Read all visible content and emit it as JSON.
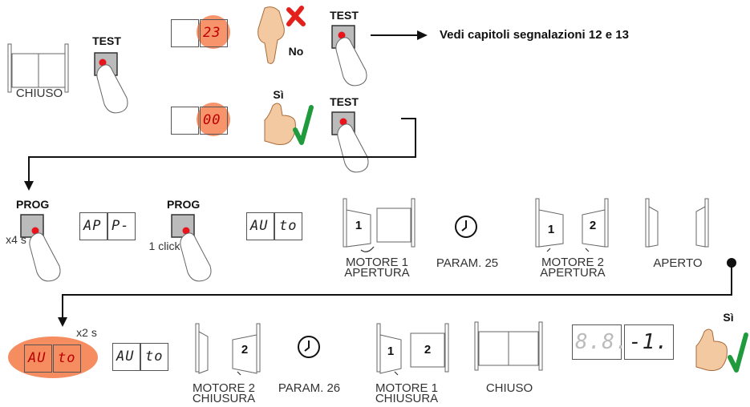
{
  "row1": {
    "closed_label": "CHIUSO",
    "test_label": "TEST",
    "display_error": "23",
    "display_ok": "00",
    "no_label": "No",
    "yes_label": "Sì",
    "refer_text": "Vedi capitoli segnalazioni 12 e 13"
  },
  "row2": {
    "prog_label": "PROG",
    "hold_label": "x4 s",
    "display_ap_left": "AP",
    "display_ap_right": "P-",
    "click_label": "1 click",
    "display_auto_left": "AU",
    "display_auto_right": "to",
    "motor1_open_label": [
      "MOTORE 1",
      "APERTURA"
    ],
    "param25_label": "PARAM. 25",
    "motor2_open_label": [
      "MOTORE 2",
      "APERTURA"
    ],
    "open_label": "APERTO",
    "leaf1": "1",
    "leaf2": "2"
  },
  "row3": {
    "hold_label": "x2 s",
    "display_auto_left": "AU",
    "display_auto_right": "to",
    "motor2_close_label": [
      "MOTORE 2",
      "CHIUSURA"
    ],
    "param26_label": "PARAM. 26",
    "motor1_close_label": [
      "MOTORE 1",
      "CHIUSURA"
    ],
    "closed_label": "CHIUSO",
    "yes_label": "Sì",
    "display_final_left": "8.8.",
    "display_final_right": "-1."
  },
  "colors": {
    "red_button": "#e8141c",
    "glow": "#f4703a",
    "check_green": "#1f9a3c",
    "cross_red": "#e3201b",
    "hand_skin": "#f2c9a0"
  }
}
